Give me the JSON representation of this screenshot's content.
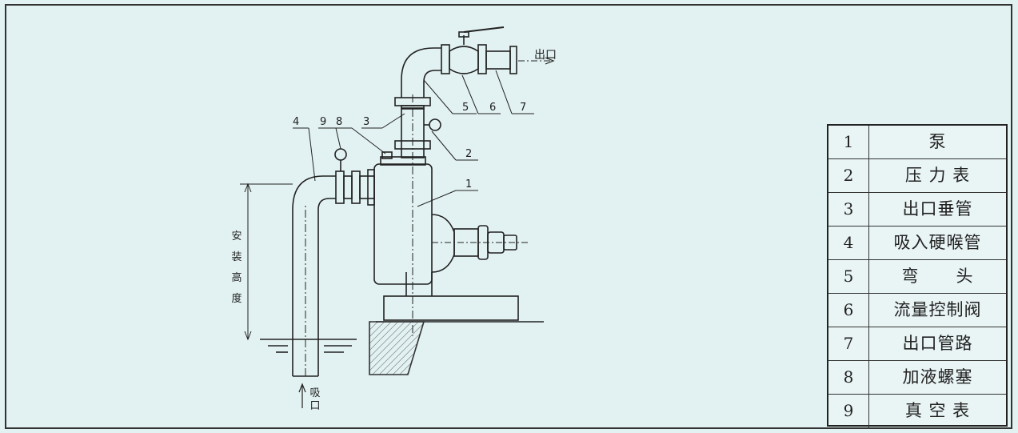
{
  "labels": {
    "outlet": "出口",
    "inlet_chars": [
      "吸",
      "口"
    ],
    "install_height_chars": [
      "安",
      "装",
      "高",
      "度"
    ],
    "callouts": [
      "1",
      "2",
      "3",
      "4",
      "5",
      "6",
      "7",
      "8",
      "9"
    ]
  },
  "legend": [
    {
      "num": "1",
      "name": "泵"
    },
    {
      "num": "2",
      "name": "压 力 表"
    },
    {
      "num": "3",
      "name": "出口垂管"
    },
    {
      "num": "4",
      "name": "吸入硬喉管"
    },
    {
      "num": "5",
      "name": "弯      头"
    },
    {
      "num": "6",
      "name": "流量控制阀"
    },
    {
      "num": "7",
      "name": "出口管路"
    },
    {
      "num": "8",
      "name": "加液螺塞"
    },
    {
      "num": "9",
      "name": "真 空 表"
    }
  ]
}
